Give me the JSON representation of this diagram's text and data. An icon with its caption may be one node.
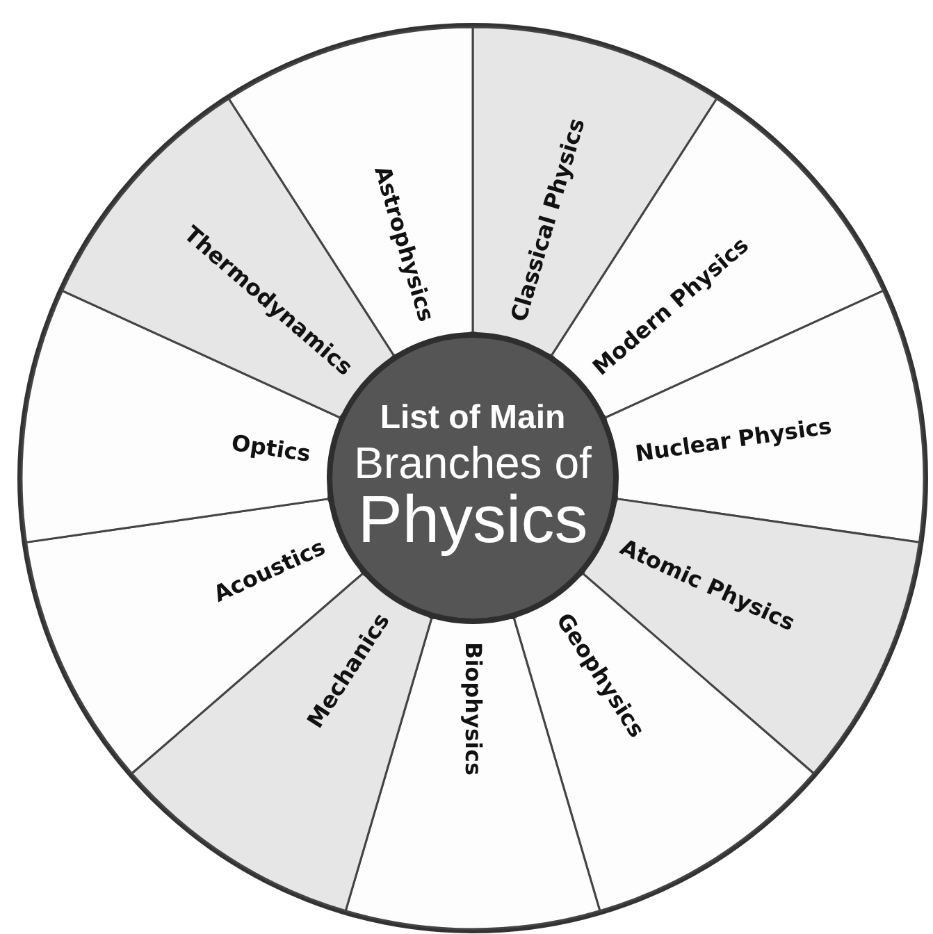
{
  "diagram": {
    "nodes": [
      {
        "text": [
          "List of Main",
          "Branches of",
          "Physics"
        ]
      },
      {
        "text": [
          "Classical Physics"
        ]
      },
      {
        "text": [
          "Modern Physics"
        ]
      },
      {
        "text": [
          "Nuclear Physics"
        ]
      },
      {
        "text": [
          "Atomic Physics"
        ]
      },
      {
        "text": [
          "Geophysics"
        ]
      },
      {
        "text": [
          "Biophysics"
        ]
      },
      {
        "text": [
          "Mechanics"
        ]
      },
      {
        "text": [
          "Acoustics"
        ]
      },
      {
        "text": [
          "Optics"
        ]
      },
      {
        "text": [
          "Thermodynamics"
        ]
      },
      {
        "text": [
          "Astrophysics"
        ]
      }
    ]
  }
}
